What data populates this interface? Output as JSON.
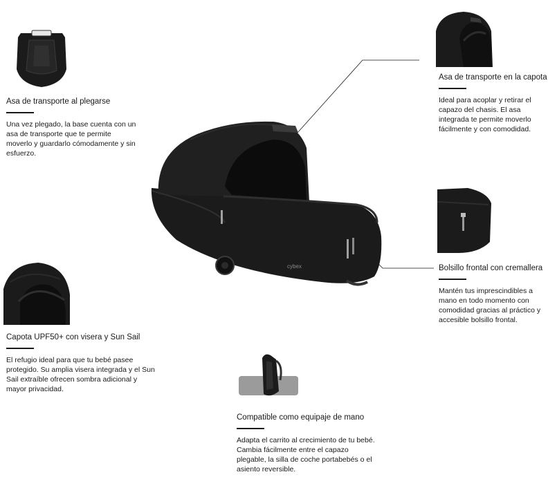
{
  "features": {
    "folding_handle": {
      "title": "Asa de transporte al plegarse",
      "description": "Una vez plegado, la base cuenta con un asa de transporte que te permite moverlo y guardarlo cómodamente y sin esfuerzo."
    },
    "canopy_handle": {
      "title": "Asa de transporte en la capota",
      "description": "Ideal para acoplar y retirar el capazo del chasis. El asa integrada te permite moverlo fácilmente y con comodidad."
    },
    "front_pocket": {
      "title": "Bolsillo frontal con cremallera",
      "description": "Mantén tus imprescindibles a mano en todo momento con comodidad gracias al práctico y accesible bolsillo frontal."
    },
    "canopy_upf": {
      "title": "Capota UPF50+ con visera y Sun Sail",
      "description": "El refugio ideal para que tu bebé pasee protegido. Su amplia visera integrada y el Sun Sail extraíble ofrecen sombra adicional y mayor privacidad."
    },
    "hand_luggage": {
      "title": "Compatible como equipaje de mano",
      "description": "Adapta el carrito al crecimiento de tu bebé. Cambia fácilmente entre el capazo plegable, la silla de coche portabebés o el asiento reversible."
    }
  },
  "product": {
    "brand_mark": "cybex"
  },
  "colors": {
    "product": "#1b1b1b",
    "product_highlight": "#2f2f2f",
    "text": "#1a1a1a",
    "leader": "#1a1a1a"
  }
}
